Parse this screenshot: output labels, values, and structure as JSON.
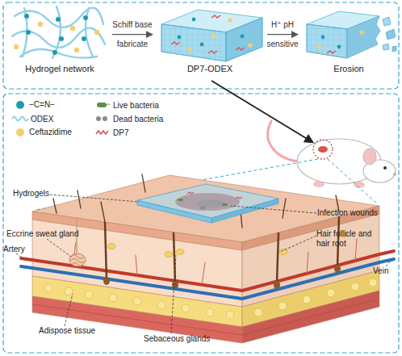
{
  "diagram": {
    "nodes": [
      {
        "text": [
          "Hydrogel network"
        ]
      },
      {
        "text": [
          "DP7-ODEX"
        ]
      },
      {
        "text": [
          "Erosion"
        ]
      }
    ],
    "edges": [
      {
        "from": 0,
        "to": 1,
        "arrow": "to",
        "label": "Schiff base fabricate"
      },
      {
        "from": 1,
        "to": 2,
        "arrow": "to",
        "label": "H⁺ pH sensitive"
      }
    ],
    "labels": [
      "Hydrogels",
      "Infection wounds",
      "Eccrine sweat gland",
      "Hair follicle and hair root",
      "Artery",
      "Vein",
      "Adispose tissue",
      "Sebaceous glands"
    ],
    "legend": [
      {
        "text": "−C=N−",
        "color": "#1f9bb0"
      },
      {
        "text": "ODEX"
      },
      {
        "text": "Ceftazidime",
        "color": "#f5cf6e"
      },
      {
        "text": "Live bacteria"
      },
      {
        "text": "Dead bacteria"
      },
      {
        "text": "DP7"
      }
    ]
  }
}
